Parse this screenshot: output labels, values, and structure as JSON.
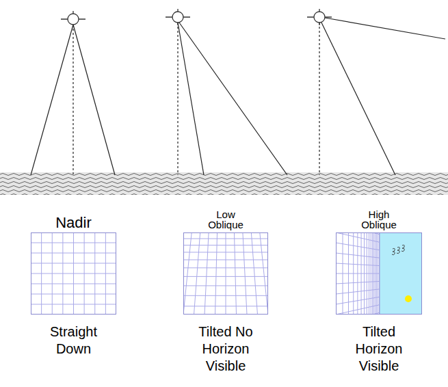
{
  "diagram": {
    "nodes": [
      {
        "text": [
          "Nadir",
          "Straight Down"
        ]
      },
      {
        "text": [
          "Low Oblique",
          "Tilted No Horizon Visible"
        ]
      },
      {
        "text": [
          "High Oblique",
          "Tilted Horizon Visible"
        ]
      }
    ]
  }
}
